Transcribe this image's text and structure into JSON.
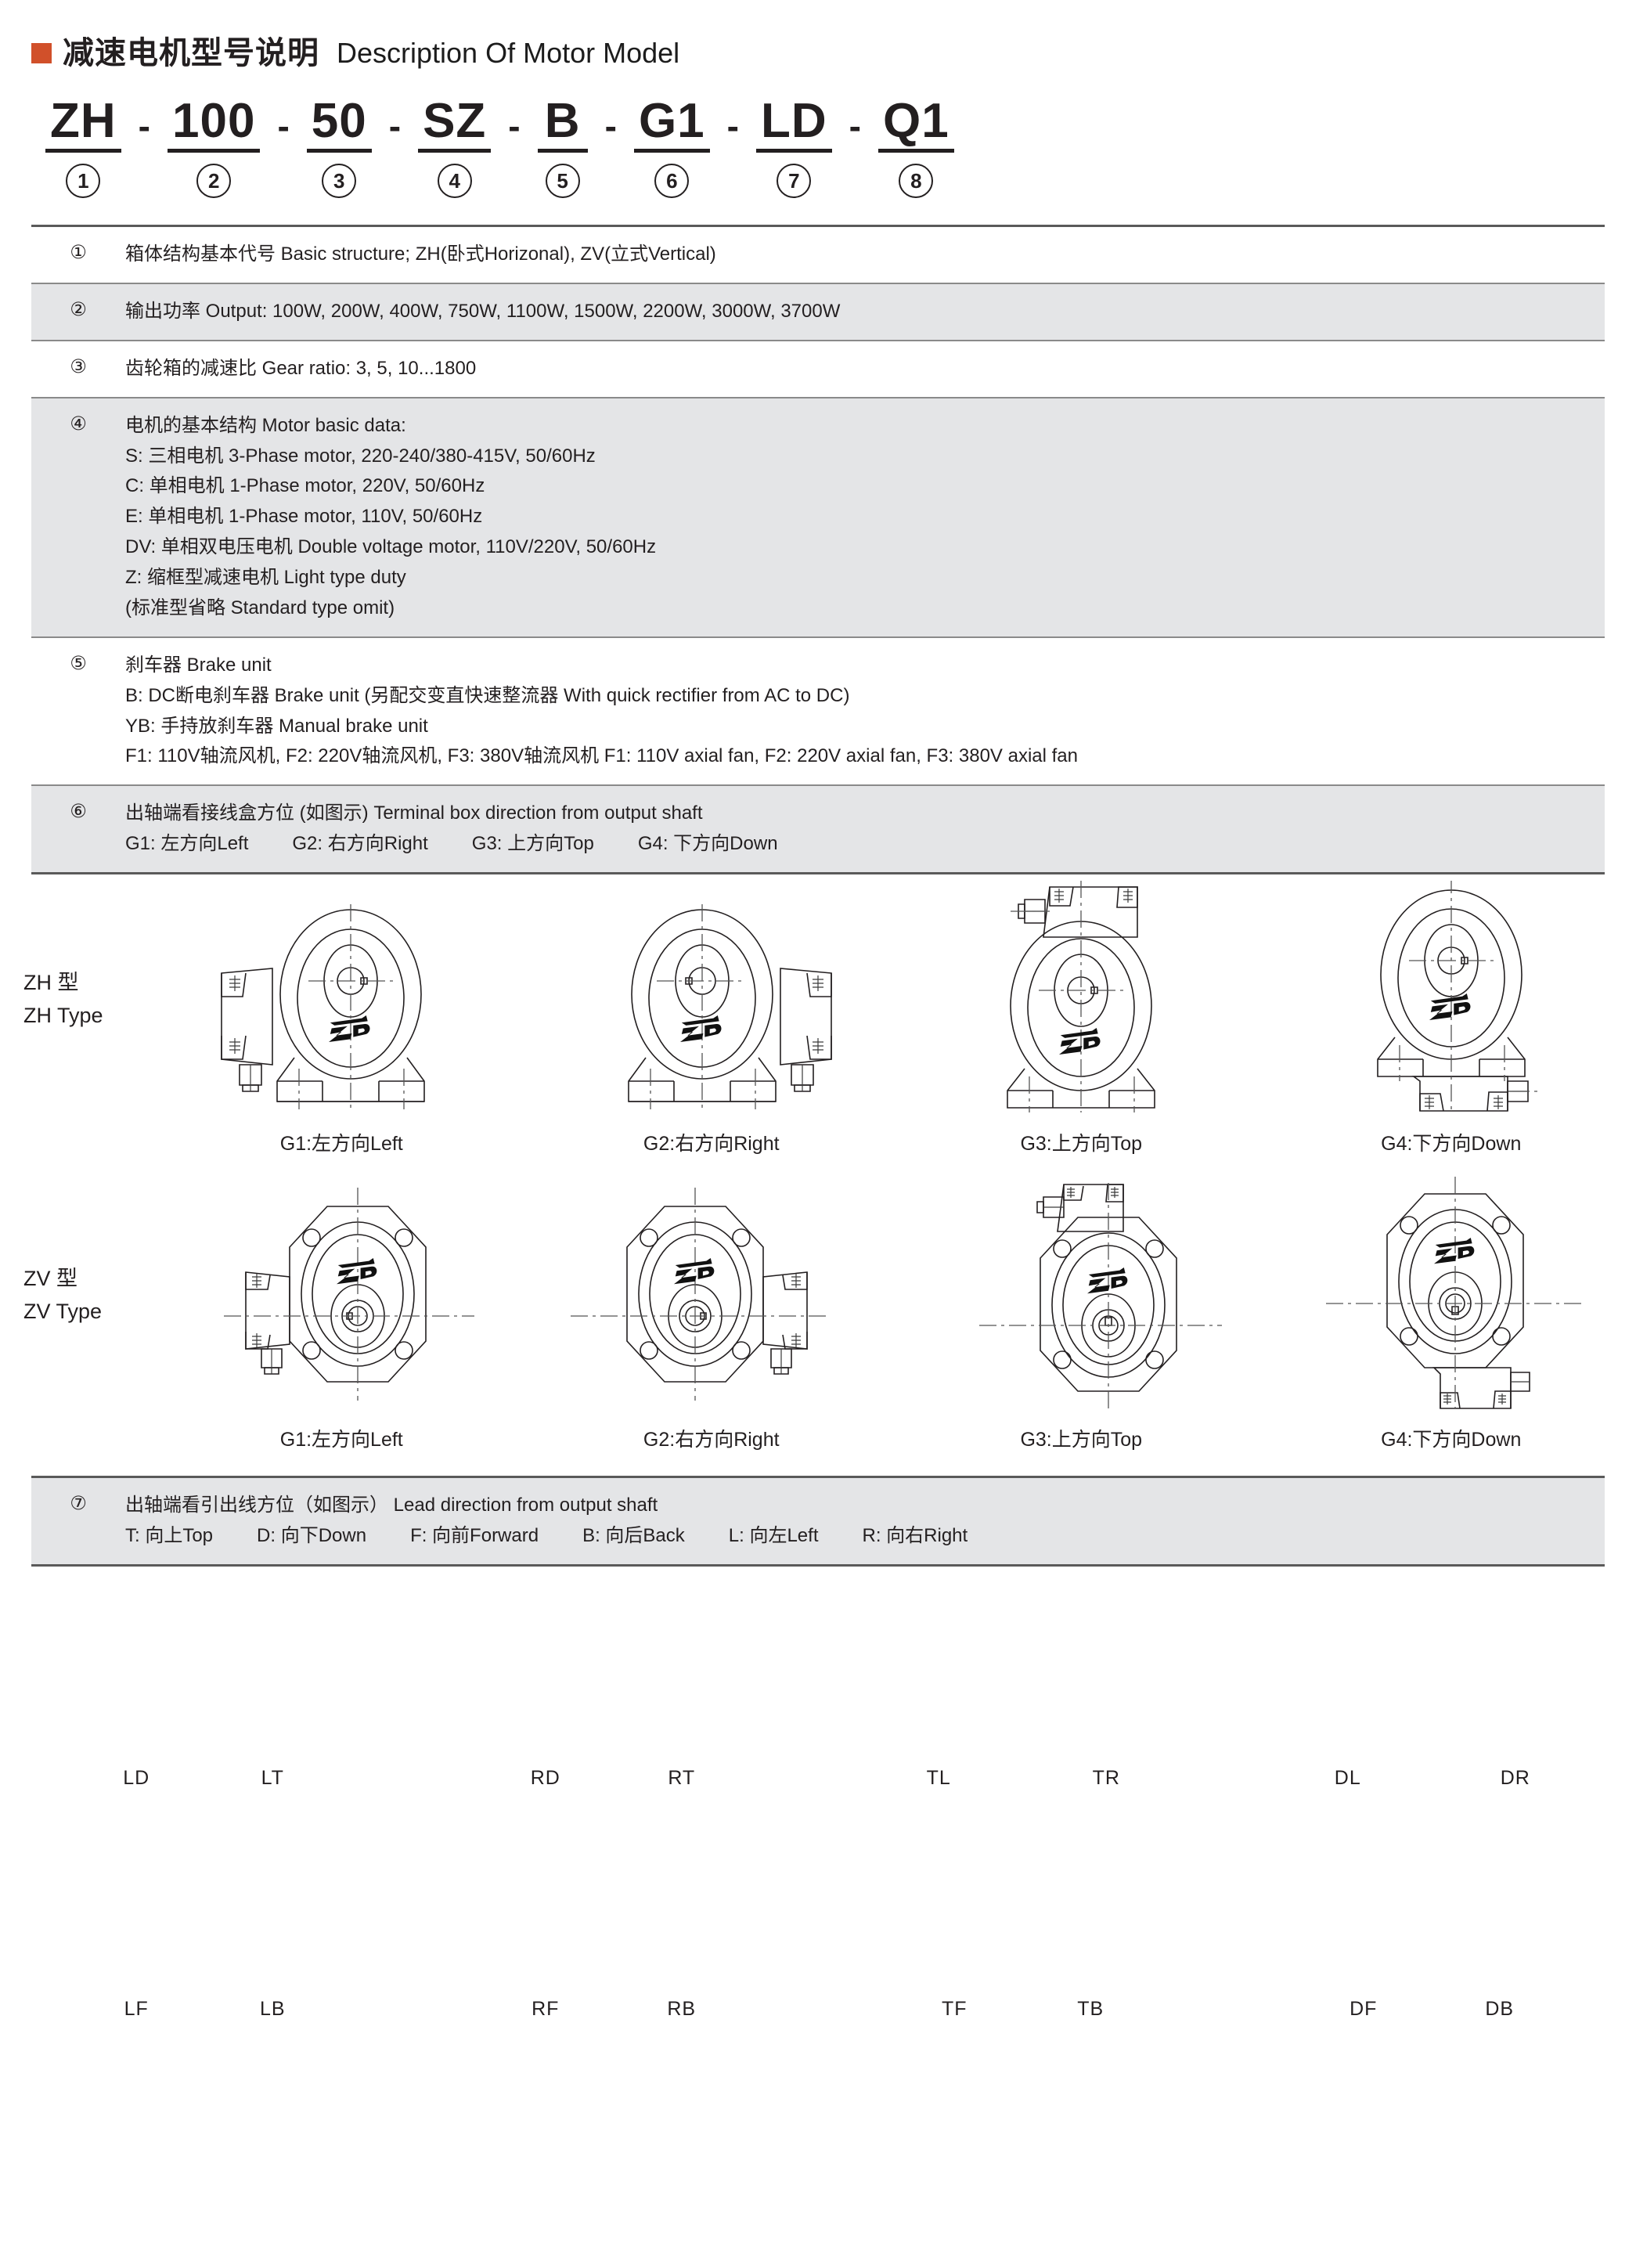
{
  "header": {
    "cn_title": "减速电机型号说明",
    "en_title": "Description Of Motor Model",
    "accent_color": "#d1502a"
  },
  "model_code": {
    "separator": "-",
    "segments": [
      {
        "code": "ZH",
        "index": "1"
      },
      {
        "code": "100",
        "index": "2"
      },
      {
        "code": "50",
        "index": "3"
      },
      {
        "code": "SZ",
        "index": "4"
      },
      {
        "code": "B",
        "index": "5"
      },
      {
        "code": "G1",
        "index": "6"
      },
      {
        "code": "LD",
        "index": "7"
      },
      {
        "code": "Q1",
        "index": "8"
      }
    ]
  },
  "spec_rows": [
    {
      "num": "①",
      "shaded": false,
      "lines": [
        "箱体结构基本代号 Basic structure; ZH(卧式Horizonal), ZV(立式Vertical)"
      ]
    },
    {
      "num": "②",
      "shaded": true,
      "lines": [
        "输出功率 Output: 100W, 200W, 400W, 750W, 1100W, 1500W, 2200W, 3000W, 3700W"
      ]
    },
    {
      "num": "③",
      "shaded": false,
      "lines": [
        "齿轮箱的减速比 Gear ratio: 3, 5, 10...1800"
      ]
    },
    {
      "num": "④",
      "shaded": true,
      "lines": [
        "电机的基本结构 Motor basic data:",
        "S: 三相电机 3-Phase motor, 220-240/380-415V, 50/60Hz",
        "C: 单相电机 1-Phase motor, 220V, 50/60Hz",
        "E: 单相电机 1-Phase motor, 110V, 50/60Hz",
        "DV: 单相双电压电机 Double voltage motor, 110V/220V, 50/60Hz",
        "Z: 缩框型减速电机 Light type duty",
        "(标准型省略 Standard type omit)"
      ]
    },
    {
      "num": "⑤",
      "shaded": false,
      "lines": [
        "刹车器 Brake unit",
        "B: DC断电刹车器 Brake unit (另配交变直快速整流器 With quick rectifier from AC to DC)",
        "YB: 手持放刹车器 Manual brake unit",
        "F1: 110V轴流风机, F2: 220V轴流风机, F3: 380V轴流风机 F1: 110V axial fan, F2: 220V axial fan, F3: 380V axial fan"
      ]
    },
    {
      "num": "⑥",
      "shaded": true,
      "lines": [
        "出轴端看接线盒方位 (如图示)  Terminal box direction from output shaft"
      ],
      "inline": [
        "G1: 左方向Left",
        "G2: 右方向Right",
        "G3: 上方向Top",
        "G4: 下方向Down"
      ]
    }
  ],
  "diagrams": {
    "zh": {
      "label_cn": "ZH 型",
      "label_en": "ZH Type",
      "cells": [
        {
          "id": "zh-g1",
          "caption": "G1:左方向Left"
        },
        {
          "id": "zh-g2",
          "caption": "G2:右方向Right"
        },
        {
          "id": "zh-g3",
          "caption": "G3:上方向Top"
        },
        {
          "id": "zh-g4",
          "caption": "G4:下方向Down"
        }
      ]
    },
    "zv": {
      "label_cn": "ZV 型",
      "label_en": "ZV Type",
      "cells": [
        {
          "id": "zv-g1",
          "caption": "G1:左方向Left"
        },
        {
          "id": "zv-g2",
          "caption": "G2:右方向Right"
        },
        {
          "id": "zv-g3",
          "caption": "G3:上方向Top"
        },
        {
          "id": "zv-g4",
          "caption": "G4:下方向Down"
        }
      ]
    }
  },
  "spec_row_7": {
    "num": "⑦",
    "lines": [
      "出轴端看引出线方位（如图示） Lead direction from output shaft"
    ],
    "inline": [
      "T: 向上Top",
      "D: 向下Down",
      "F: 向前Forward",
      "B: 向后Back",
      "L: 向左Left",
      "R: 向右Right"
    ]
  },
  "lead_diagrams": {
    "row1": [
      {
        "id": "LD",
        "caption": "LD"
      },
      {
        "id": "LT",
        "caption": "LT"
      },
      {
        "id": "RD",
        "caption": "RD"
      },
      {
        "id": "RT",
        "caption": "RT"
      },
      {
        "id": "TL",
        "caption": "TL"
      },
      {
        "id": "TR",
        "caption": "TR"
      },
      {
        "id": "DL",
        "caption": "DL"
      },
      {
        "id": "DR",
        "caption": "DR"
      }
    ],
    "row2": [
      {
        "id": "LF",
        "caption": "LF"
      },
      {
        "id": "LB",
        "caption": "LB"
      },
      {
        "id": "RF",
        "caption": "RF"
      },
      {
        "id": "RB",
        "caption": "RB"
      },
      {
        "id": "TF",
        "caption": "TF"
      },
      {
        "id": "TB",
        "caption": "TB"
      },
      {
        "id": "DF",
        "caption": "DF"
      },
      {
        "id": "DB",
        "caption": "DB"
      }
    ]
  },
  "brand_logo_text": "ZD"
}
